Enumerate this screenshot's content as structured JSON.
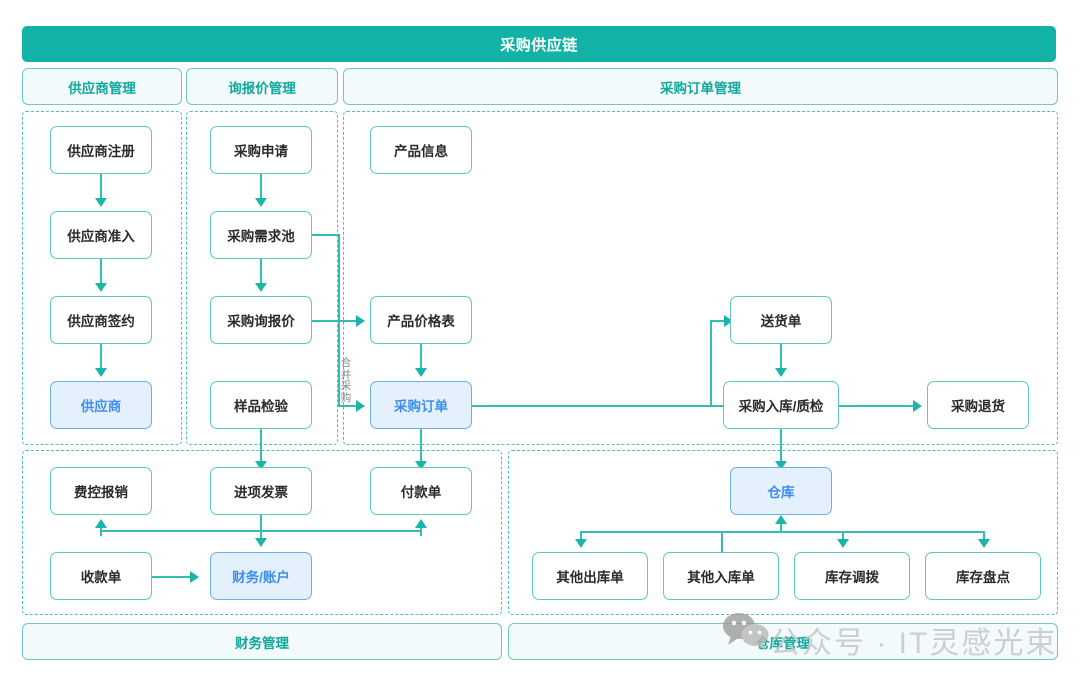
{
  "header": {
    "title": "采购供应链"
  },
  "section_headers": [
    {
      "key": "supplier",
      "label": "供应商管理"
    },
    {
      "key": "rfq",
      "label": "询报价管理"
    },
    {
      "key": "purchase_order",
      "label": "采购订单管理"
    }
  ],
  "footer_headers": [
    {
      "key": "finance",
      "label": "财务管理"
    },
    {
      "key": "warehouse",
      "label": "仓库管理"
    }
  ],
  "nodes": {
    "supplier_register": "供应商注册",
    "supplier_access": "供应商准入",
    "supplier_contract": "供应商签约",
    "supplier": "供应商",
    "purchase_request": "采购申请",
    "demand_pool": "采购需求池",
    "purchase_rfq": "采购询报价",
    "sample_inspection": "样品检验",
    "product_info": "产品信息",
    "price_list": "产品价格表",
    "purchase_order": "采购订单",
    "delivery_note": "送货单",
    "receipt_qc": "采购入库/质检",
    "purchase_return": "采购退货",
    "expense_claim": "费控报销",
    "input_invoice": "进项发票",
    "payment_order": "付款单",
    "receipt_order": "收款单",
    "finance_account": "财务/账户",
    "warehouse": "仓库",
    "other_outbound": "其他出库单",
    "other_inbound": "其他入库单",
    "stock_transfer": "库存调拨",
    "stock_count": "库存盘点"
  },
  "edge_labels": {
    "merge_purchase": "合并采购"
  },
  "watermark": {
    "text": "公众号 · IT灵感光束",
    "logo": "wechat-icon"
  },
  "colors": {
    "brand_teal": "#12b2a6",
    "line_teal": "#35bdb2",
    "chip_bg": "#f2fafb",
    "highlight_bg": "#e4f1fd",
    "highlight_border": "#68aef2",
    "highlight_text": "#3d8ef0",
    "node_border": "#5cc9c0",
    "dashed_border": "#49c2ba",
    "watermark": "#c7c7c7"
  }
}
